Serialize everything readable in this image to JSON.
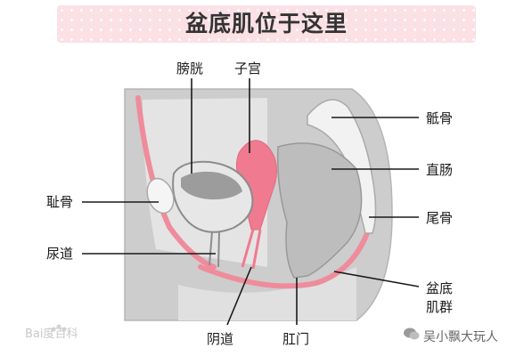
{
  "title": "盆底肌位于这里",
  "colors": {
    "banner": "#fbe1e6",
    "muscle_pink": "#ef8c9c",
    "tissue_gray": "#d3d3d3",
    "bone_white": "#f2f2f2",
    "outline": "#9b9b9b"
  },
  "labels": {
    "bladder": "膀胱",
    "uterus": "子宫",
    "sacrum": "骶骨",
    "rectum": "直肠",
    "pubic_bone": "耻骨",
    "coccyx": "尾骨",
    "urethra": "尿道",
    "pelvic_floor_line1": "盆底",
    "pelvic_floor_line2": "肌群",
    "vagina": "阴道",
    "anus": "肛门"
  },
  "watermark": "Bai度百科",
  "brand": "吴小飘大玩人"
}
